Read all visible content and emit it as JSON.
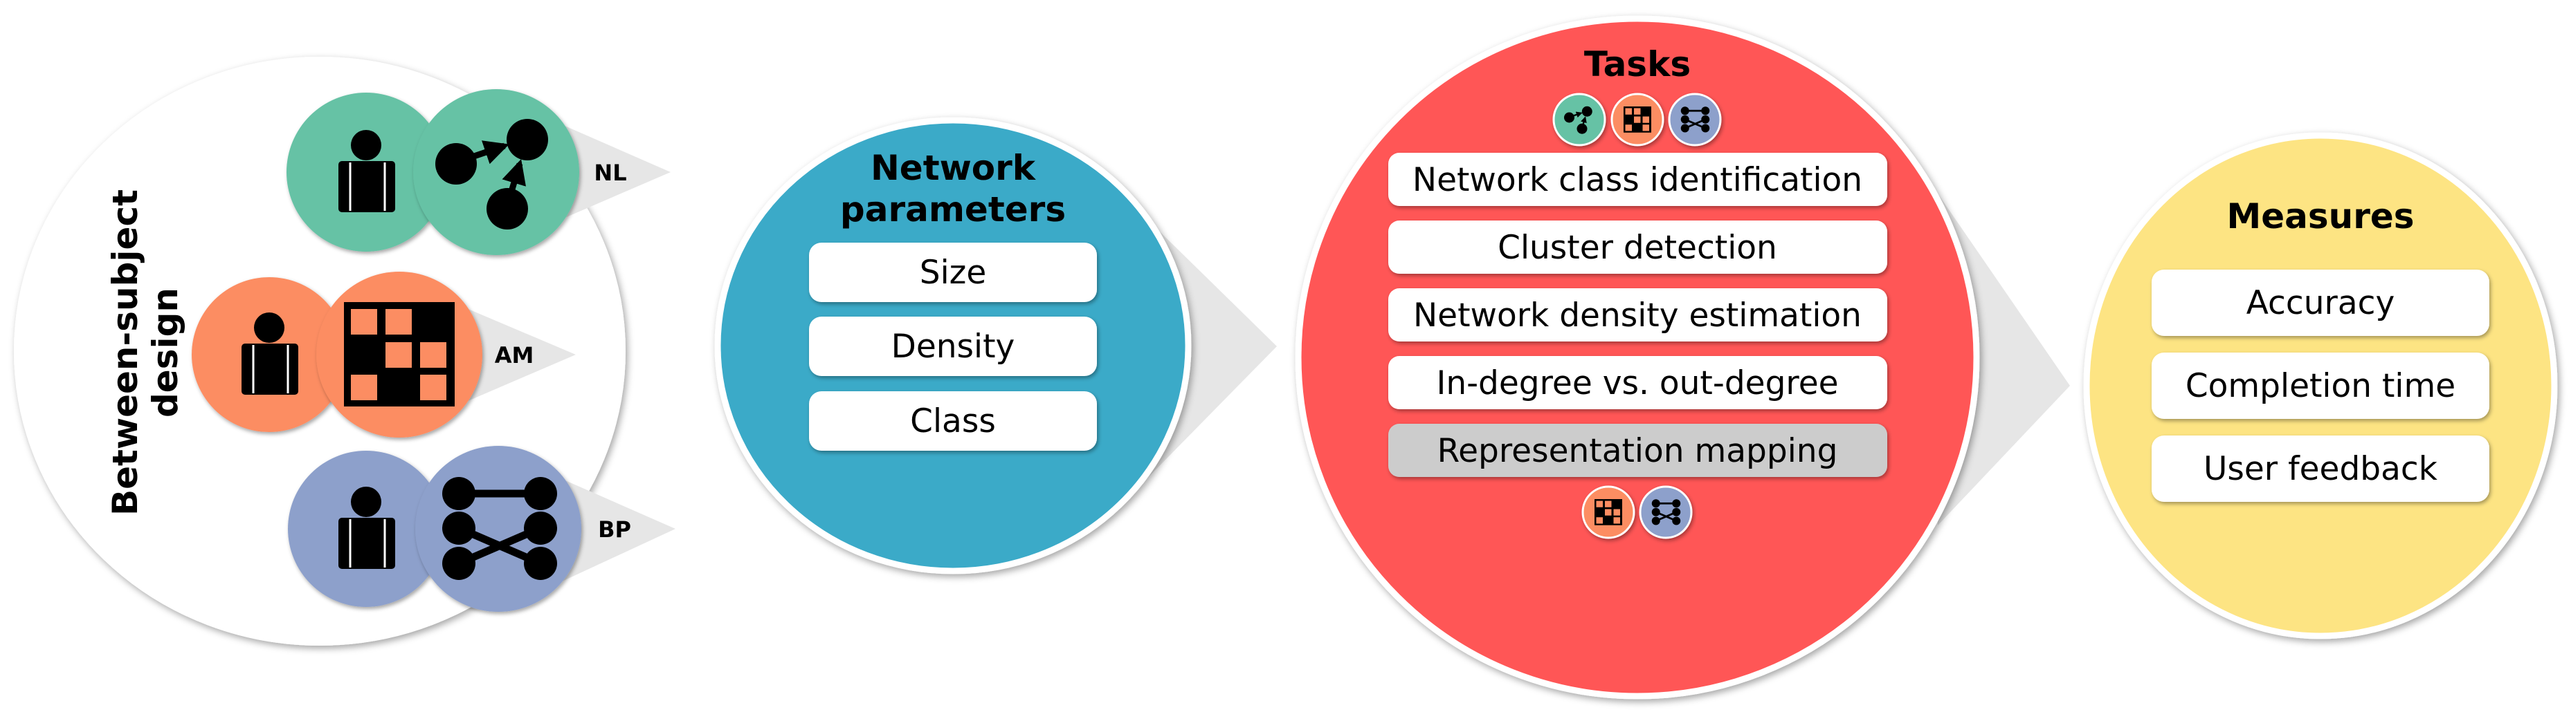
{
  "colors": {
    "nl": "#66C2A5",
    "am": "#FC8D62",
    "bp": "#8DA0CB",
    "parameters": "#3AAAC8",
    "tasks": "#FF5757",
    "measures": "#FDE483",
    "pointer": "#E6E6E6",
    "highlight_box": "#CCCCCC"
  },
  "design": {
    "title_line1": "Between-subject",
    "title_line2": "design",
    "groups": [
      {
        "label": "NL",
        "icon": "node-link-icon"
      },
      {
        "label": "AM",
        "icon": "adjacency-matrix-icon"
      },
      {
        "label": "BP",
        "icon": "bipartite-icon"
      }
    ]
  },
  "parameters": {
    "title_line1": "Network",
    "title_line2": "parameters",
    "items": [
      "Size",
      "Density",
      "Class"
    ]
  },
  "tasks": {
    "title": "Tasks",
    "items": [
      "Network class identification",
      "Cluster detection",
      "Network density estimation",
      "In-degree vs. out-degree",
      "Representation mapping"
    ]
  },
  "measures": {
    "title": "Measures",
    "items": [
      "Accuracy",
      "Completion time",
      "User feedback"
    ]
  }
}
